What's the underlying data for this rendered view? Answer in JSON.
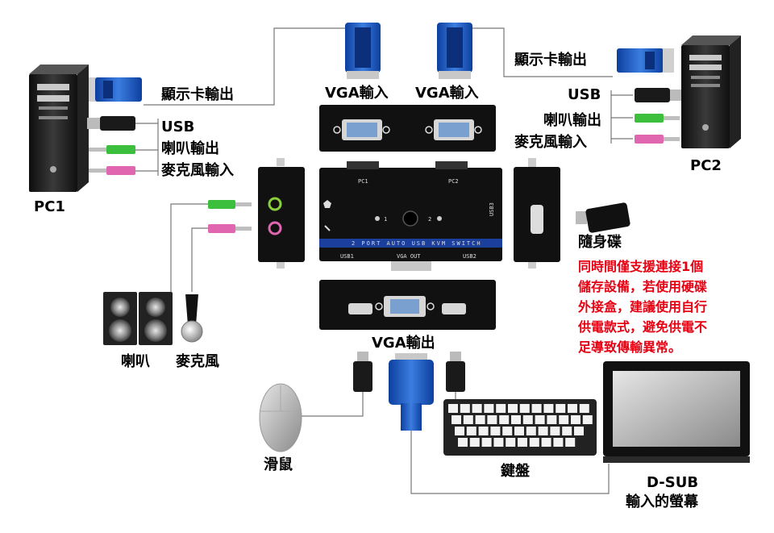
{
  "labels": {
    "pc1": "PC1",
    "pc2": "PC2",
    "pc1_video_out": "顯示卡輸出",
    "pc1_usb": "USB",
    "pc1_audio_out": "喇叭輸出",
    "pc1_mic_in": "麥克風輸入",
    "pc2_video_out": "顯示卡輸出",
    "pc2_usb": "USB",
    "pc2_audio_out": "喇叭輸出",
    "pc2_mic_in": "麥克風輸入",
    "vga_in_1": "VGA輸入",
    "vga_in_2": "VGA輸入",
    "vga_out": "VGA輸出",
    "speaker": "喇叭",
    "microphone": "麥克風",
    "flash_drive": "隨身碟",
    "mouse": "滑鼠",
    "keyboard": "鍵盤",
    "monitor_line1": "D-SUB",
    "monitor_line2": "輸入的螢幕"
  },
  "note_lines": [
    "同時間僅支援連接1個",
    "儲存設備，若使用硬碟",
    "外接盒，建議使用自行",
    "供電款式，避免供電不",
    "足導致傳輸異常。"
  ],
  "device": {
    "pc1_label": "PC1",
    "pc2_label": "PC2",
    "led1": "1",
    "led2": "2",
    "banner": "2 PORT AUTO USB KVM SWITCH",
    "usb1": "USB1",
    "vga_out": "VGA OUT",
    "usb2": "USB2",
    "usb3": "USB3"
  },
  "colors": {
    "note_red": "#e60012",
    "vga_blue": "#1f5fbf",
    "audio_green": "#3cbf3c",
    "mic_pink": "#e066b0",
    "device_black": "#111111",
    "banner_blue": "#1b3f9c"
  }
}
